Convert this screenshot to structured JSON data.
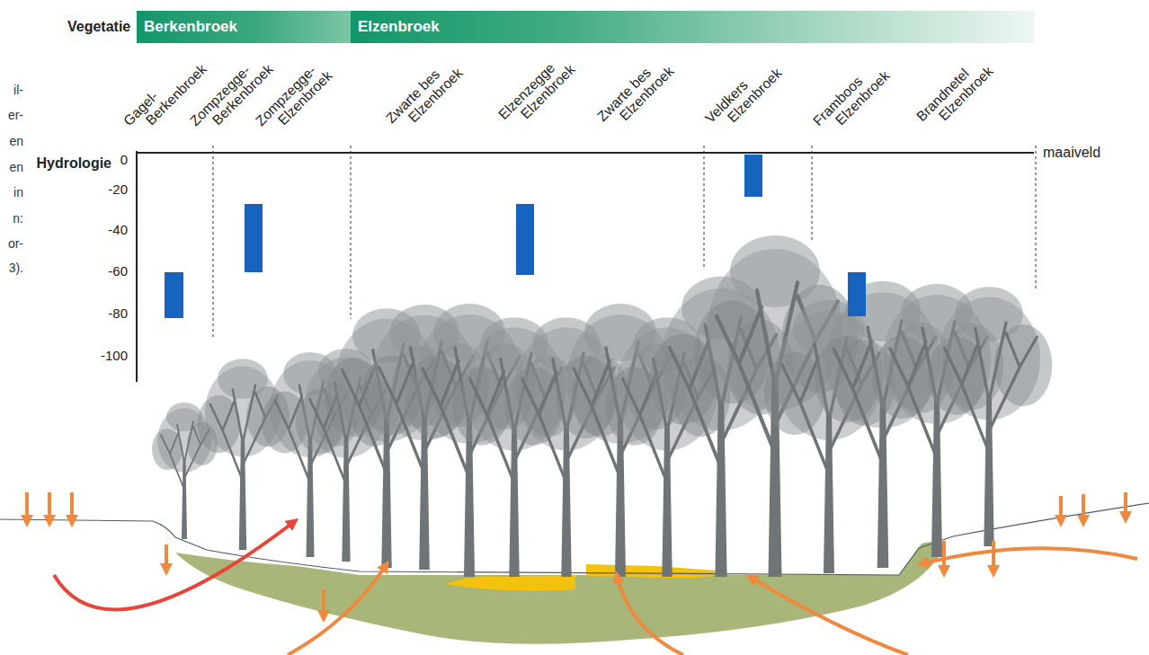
{
  "diagram": {
    "nodes": [
      {
        "text": [
          "Berkenbroek"
        ]
      },
      {
        "text": [
          "Elzenbroek"
        ]
      }
    ],
    "labels": [
      "Vegetatie",
      "Gagel- Berkenbroek",
      "Zompzegge- Berkenbroek",
      "Zompzegge- Elzenbroek",
      "Zwarte bes Elzenbroek",
      "Elzenzegge Elzenbroek",
      "Zwarte bes Elzenbroek",
      "Veldkers Elzenbroek",
      "Framboos Elzenbroek",
      "Brandnetel Elzenbroek",
      "Hydrologie",
      "0",
      "-20",
      "-40",
      "-60",
      "-80",
      "-100",
      "maaiveld",
      "il-",
      "er-",
      "en",
      "en",
      "in",
      "n:",
      "or-",
      "3)."
    ]
  }
}
